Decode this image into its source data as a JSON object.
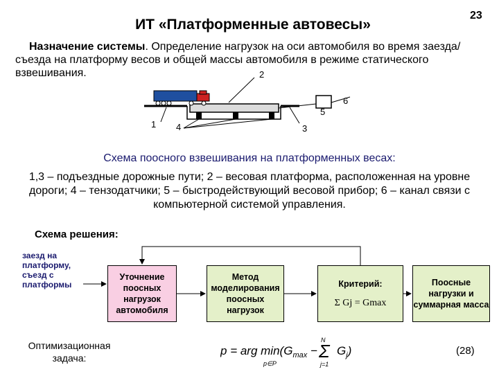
{
  "page_number": "23",
  "title": "ИТ «Платформенные автовесы»",
  "intro": {
    "lead": "Назначение системы",
    "body": ". Определение нагрузок на оси автомобиля во время заезда/съезда на платформу весов и общей массы автомобиля в режиме статического взвешивания."
  },
  "diagram": {
    "labels": [
      "1",
      "2",
      "3",
      "4",
      "5",
      "6"
    ]
  },
  "caption": "Схема поосного взвешивания на платформенных весах:",
  "legend": "1,3 – подъездные дорожные пути; 2 – весовая платформа, расположенная на уровне дороги; 4 – тензодатчики; 5 – быстродействующий весовой прибор; 6 – канал связи с компьютерной системой управления.",
  "scheme": {
    "title": "Схема решения:",
    "input_label": "заезд на платформу, съезд с платформы",
    "box1": "Уточнение поосных нагрузок автомобиля",
    "box2": "Метод моделирования поосных нагрузок",
    "box3_title": "Критерий:",
    "box3_formula": "Σ Gj = Gmax",
    "box4": "Поосные нагрузки и суммарная масса"
  },
  "optimization": {
    "label": "Оптимизационная задача:",
    "formula_text": "p = arg min(Gmax − Σ Gj)",
    "eq_number": "(28)"
  },
  "colors": {
    "box_pink": "#f9cfe3",
    "box_green": "#e4f0c9",
    "caption_text": "#1a1a6e",
    "truck_red": "#cc2222",
    "truck_blue": "#1f4f9f"
  }
}
